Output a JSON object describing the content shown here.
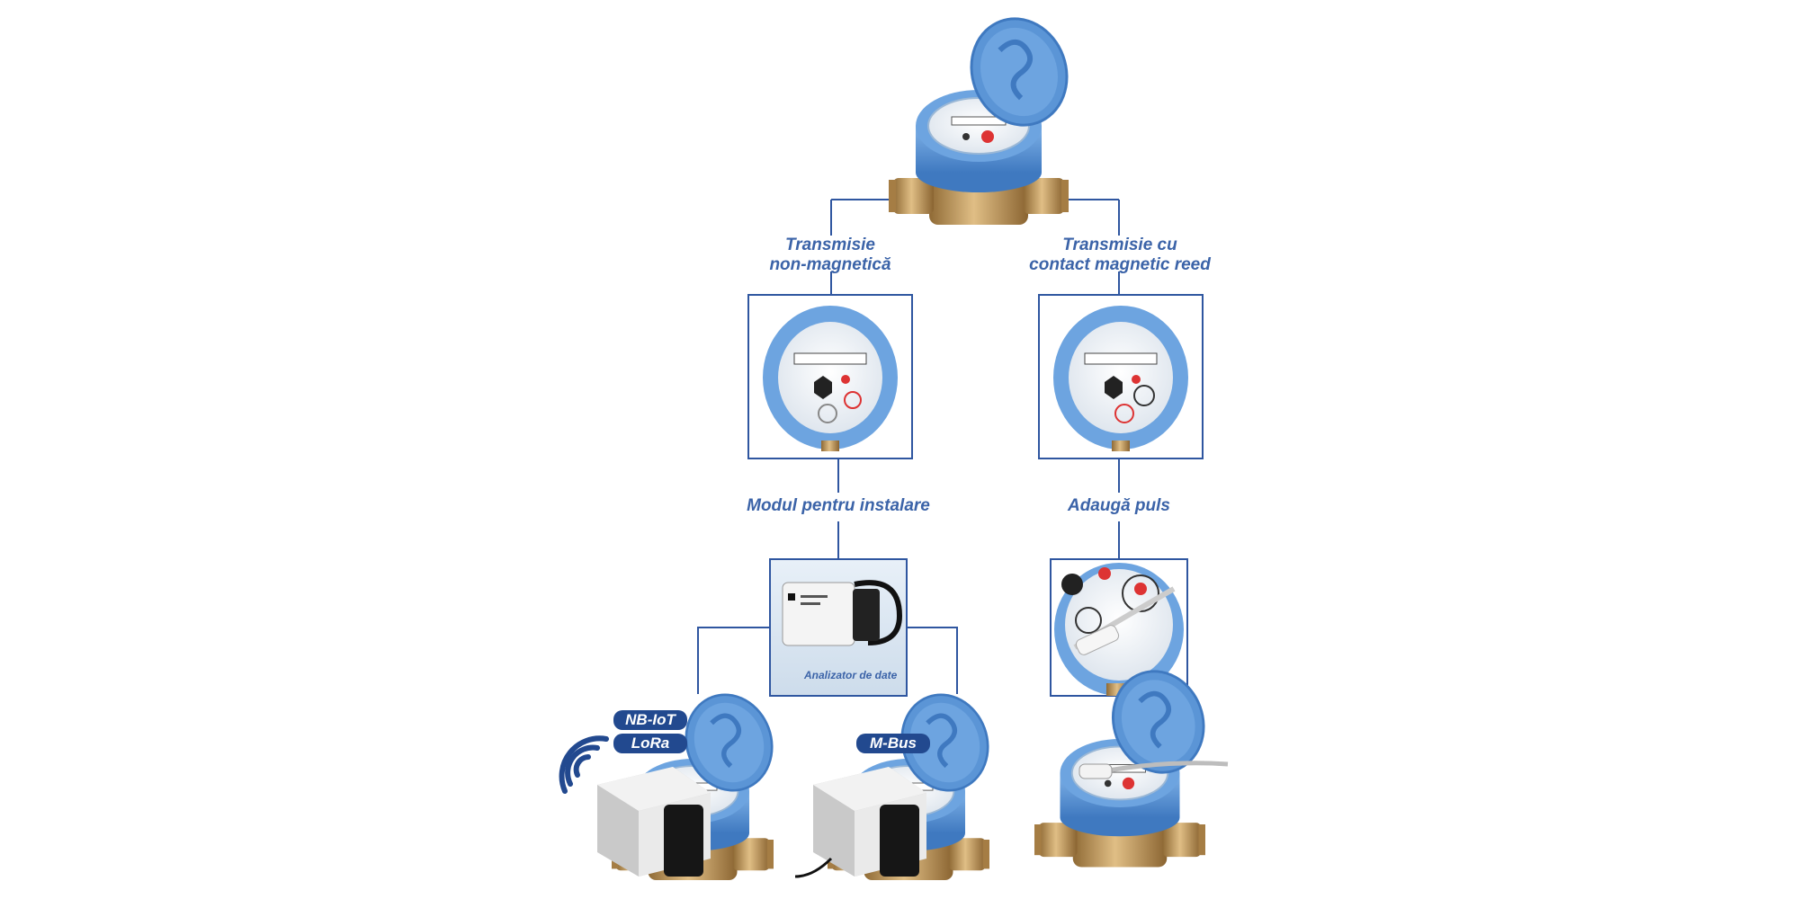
{
  "colors": {
    "accent": "#3b63a8",
    "line": "#2f56a0",
    "pill": "#22498f",
    "meter_blue": "#5b95d6",
    "brass": "#c9a064"
  },
  "branches": {
    "left": {
      "title_line1": "Transmisie",
      "title_line2": "non-magnetică",
      "step": "Modul pentru instalare",
      "module_caption": "Analizator de date",
      "badges": [
        "NB-IoT",
        "LoRa",
        "M-Bus"
      ]
    },
    "right": {
      "title_line1": "Transmisie cu",
      "title_line2": "contact magnetic reed",
      "step": "Adaugă puls"
    }
  },
  "icons": [
    "water-meter-icon",
    "wireless-signal-icon",
    "data-analyzer-icon",
    "pulse-sensor-icon"
  ]
}
